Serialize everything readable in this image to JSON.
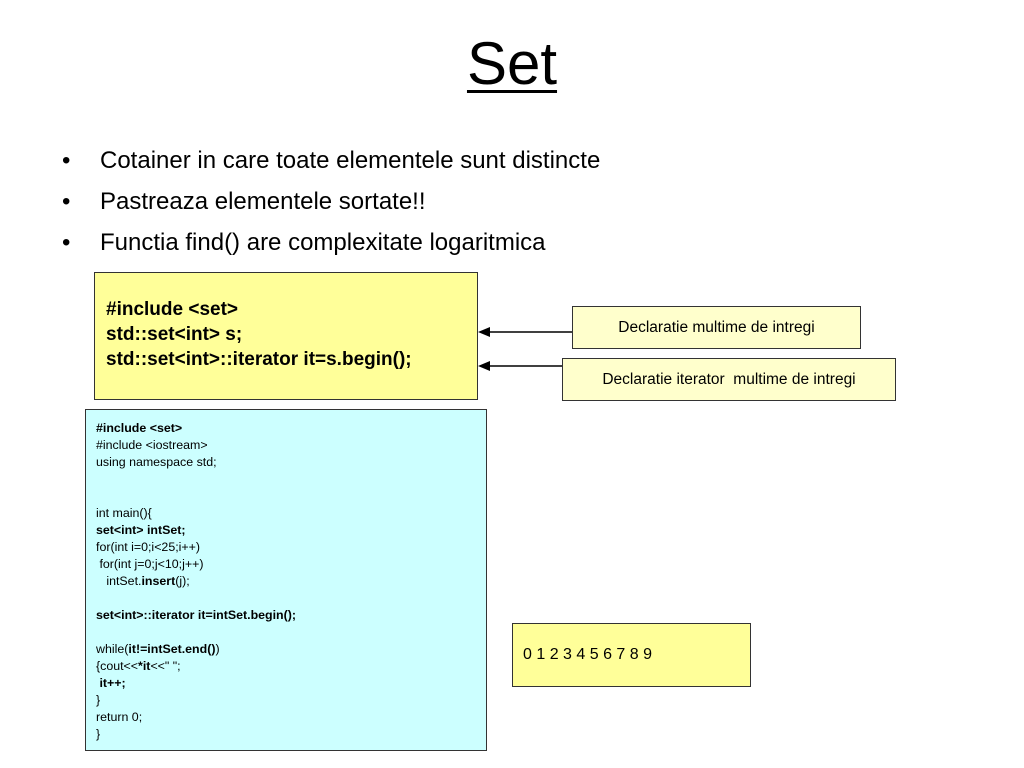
{
  "title": "Set",
  "bullets": [
    "Cotainer in care toate elementele sunt distincte",
    "Pastreaza elementele sortate!!",
    "Functia find() are complexitate logaritmica"
  ],
  "decl_box": {
    "lines": [
      "#include <set>",
      "std::set<int> s;",
      "std::set<int>::iterator it=s.begin();"
    ]
  },
  "labels": {
    "set_decl": "Declaratie multime de intregi",
    "iterator_decl": "Declaratie iterator  multime de intregi"
  },
  "code": {
    "l1": "#include <set>",
    "l2": "#include <iostream>",
    "l3": "using namespace std;",
    "l4": "int main(){",
    "l5": "set<int> intSet;",
    "l6": "for(int i=0;i<25;i++)",
    "l7": " for(int j=0;j<10;j++)",
    "l8a": "   intSet.",
    "l8b": "insert",
    "l8c": "(j);",
    "l9": "set<int>::iterator it=intSet.begin();",
    "l10a": "while(",
    "l10b": "it!=intSet.end()",
    "l10c": ")",
    "l11a": "{cout<<",
    "l11b": "*it",
    "l11c": "<<\" \";",
    "l12": " it++;",
    "l13": "}",
    "l14": "return 0;",
    "l15": "}"
  },
  "output": "0 1 2 3 4 5 6 7 8 9",
  "colors": {
    "decl_box_bg": "#ffff99",
    "label_bg": "#ffffcc",
    "code_bg": "#ccffff",
    "output_bg": "#ffff99"
  }
}
